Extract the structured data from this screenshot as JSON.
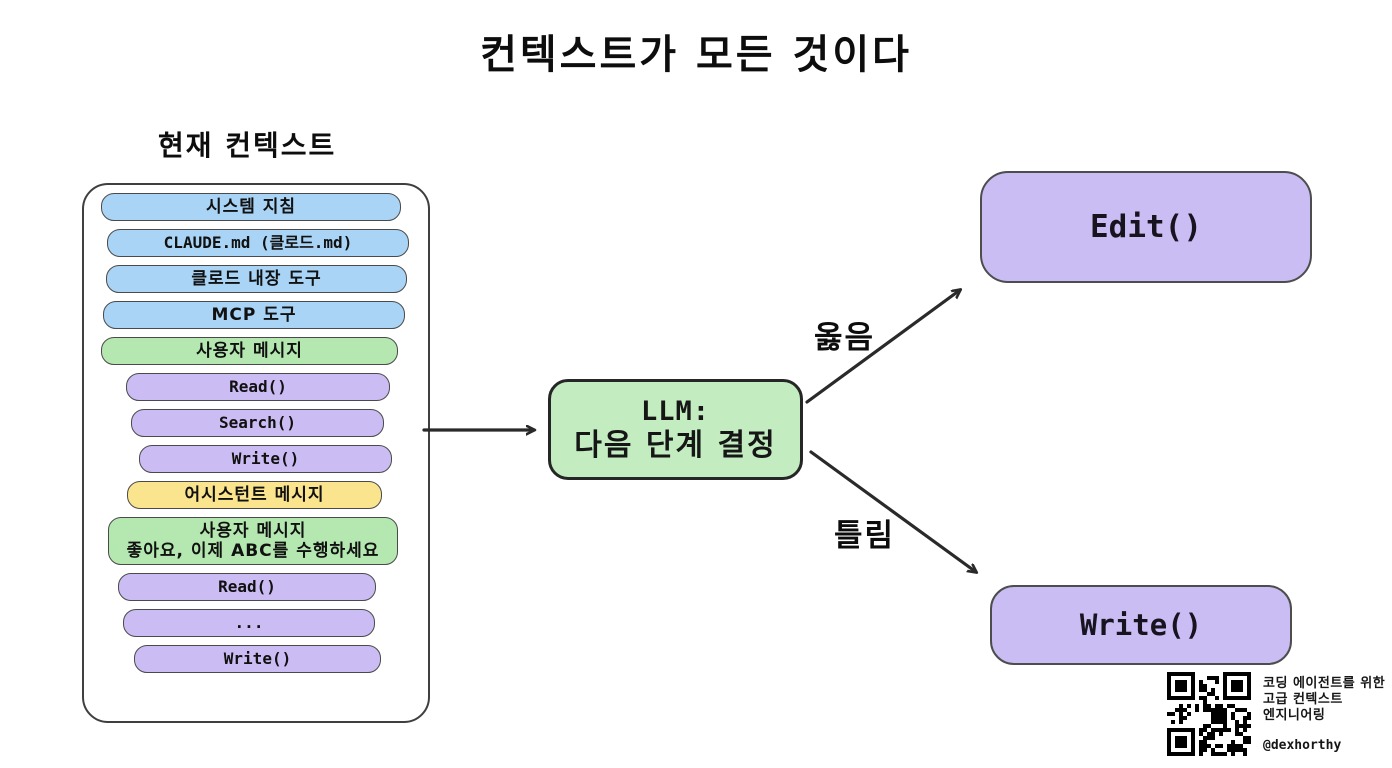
{
  "title": "컨텍스트가 모든 것이다",
  "stack": {
    "heading": "현재 컨텍스트",
    "items": [
      {
        "label": "시스템 지침",
        "variant": "blue",
        "mono": false
      },
      {
        "label": "CLAUDE.md (클로드.md)",
        "variant": "blue",
        "mono": true
      },
      {
        "label": "클로드 내장 도구",
        "variant": "blue",
        "mono": false
      },
      {
        "label": "MCP 도구",
        "variant": "blue",
        "mono": false
      },
      {
        "label": "사용자 메시지",
        "variant": "green",
        "mono": false
      },
      {
        "label": "Read()",
        "variant": "purple",
        "mono": true
      },
      {
        "label": "Search()",
        "variant": "purple",
        "mono": true
      },
      {
        "label": "Write()",
        "variant": "purple",
        "mono": true
      },
      {
        "label": "어시스턴트 메시지",
        "variant": "yellow",
        "mono": false
      },
      {
        "label": "사용자 메시지",
        "sublabel": "좋아요, 이제 ABC를 수행하세요",
        "variant": "green",
        "mono": false
      },
      {
        "label": "Read()",
        "variant": "purple",
        "mono": true
      },
      {
        "label": "...",
        "variant": "purple",
        "mono": true
      },
      {
        "label": "Write()",
        "variant": "purple",
        "mono": true
      }
    ]
  },
  "llm_node": {
    "line1": "LLM:",
    "line2": "다음 단계 결정"
  },
  "branches": {
    "correct_label": "옳음",
    "wrong_label": "틀림"
  },
  "outcomes": {
    "edit_label": "Edit()",
    "write_label": "Write()"
  },
  "footer": {
    "caption_line1": "코딩 에이전트를 위한",
    "caption_line2": "고급 컨텍스트",
    "caption_line3": "엔지니어링",
    "handle": "@dexhorthy"
  },
  "colors": {
    "blue": "#a9d4f5",
    "green": "#b5e8b0",
    "purple": "#cbbcf3",
    "yellow": "#fbe48e",
    "arrow": "#2a2a2a",
    "llm_fill": "#c3ecc0",
    "outcome_fill": "#c9bdf3"
  }
}
